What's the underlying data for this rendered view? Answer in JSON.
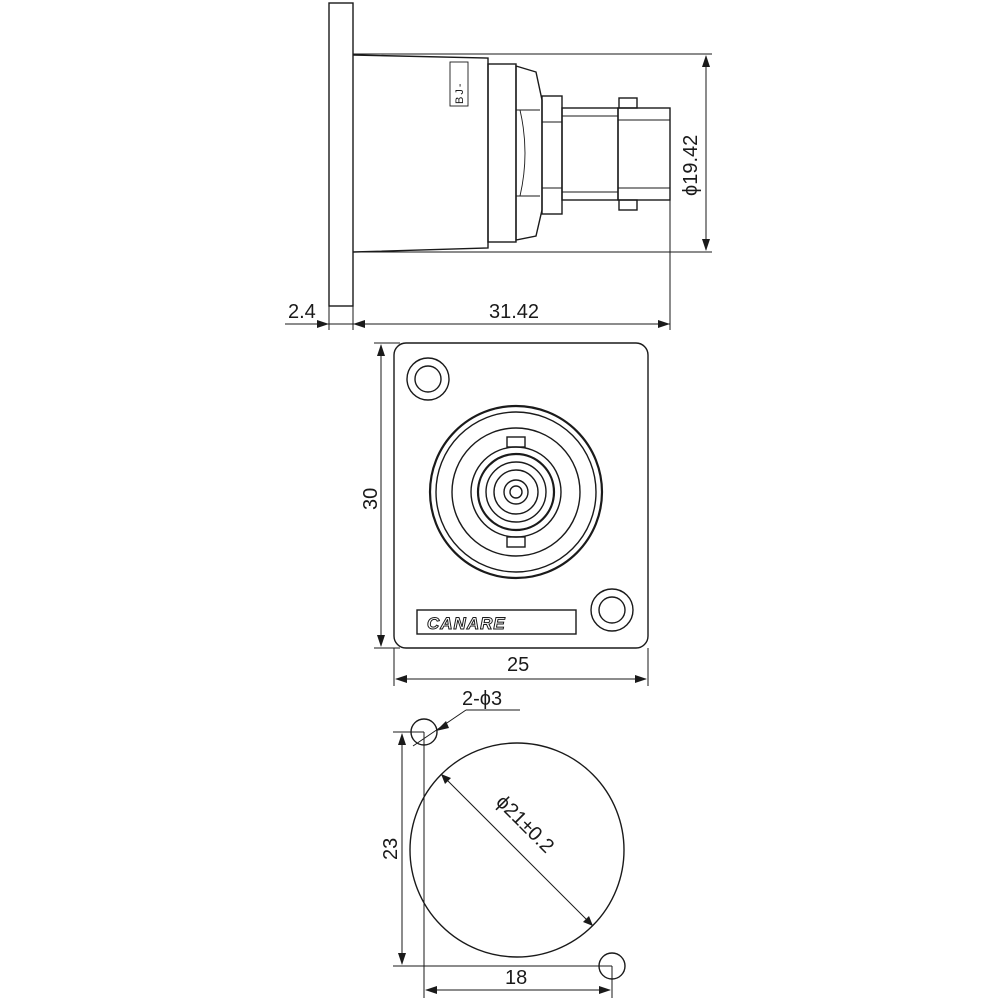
{
  "side_view": {
    "dim_flange": "2.4",
    "dim_length": "31.42",
    "dim_diameter": "ϕ19.42",
    "label_tag": "BJ-"
  },
  "front_view": {
    "dim_height": "30",
    "dim_width": "25",
    "brand_logo": "CANARE"
  },
  "panel_cutout": {
    "dim_holes": "2-ϕ3",
    "dim_circle": "ϕ21±0.2",
    "dim_height": "23",
    "dim_width": "18"
  }
}
